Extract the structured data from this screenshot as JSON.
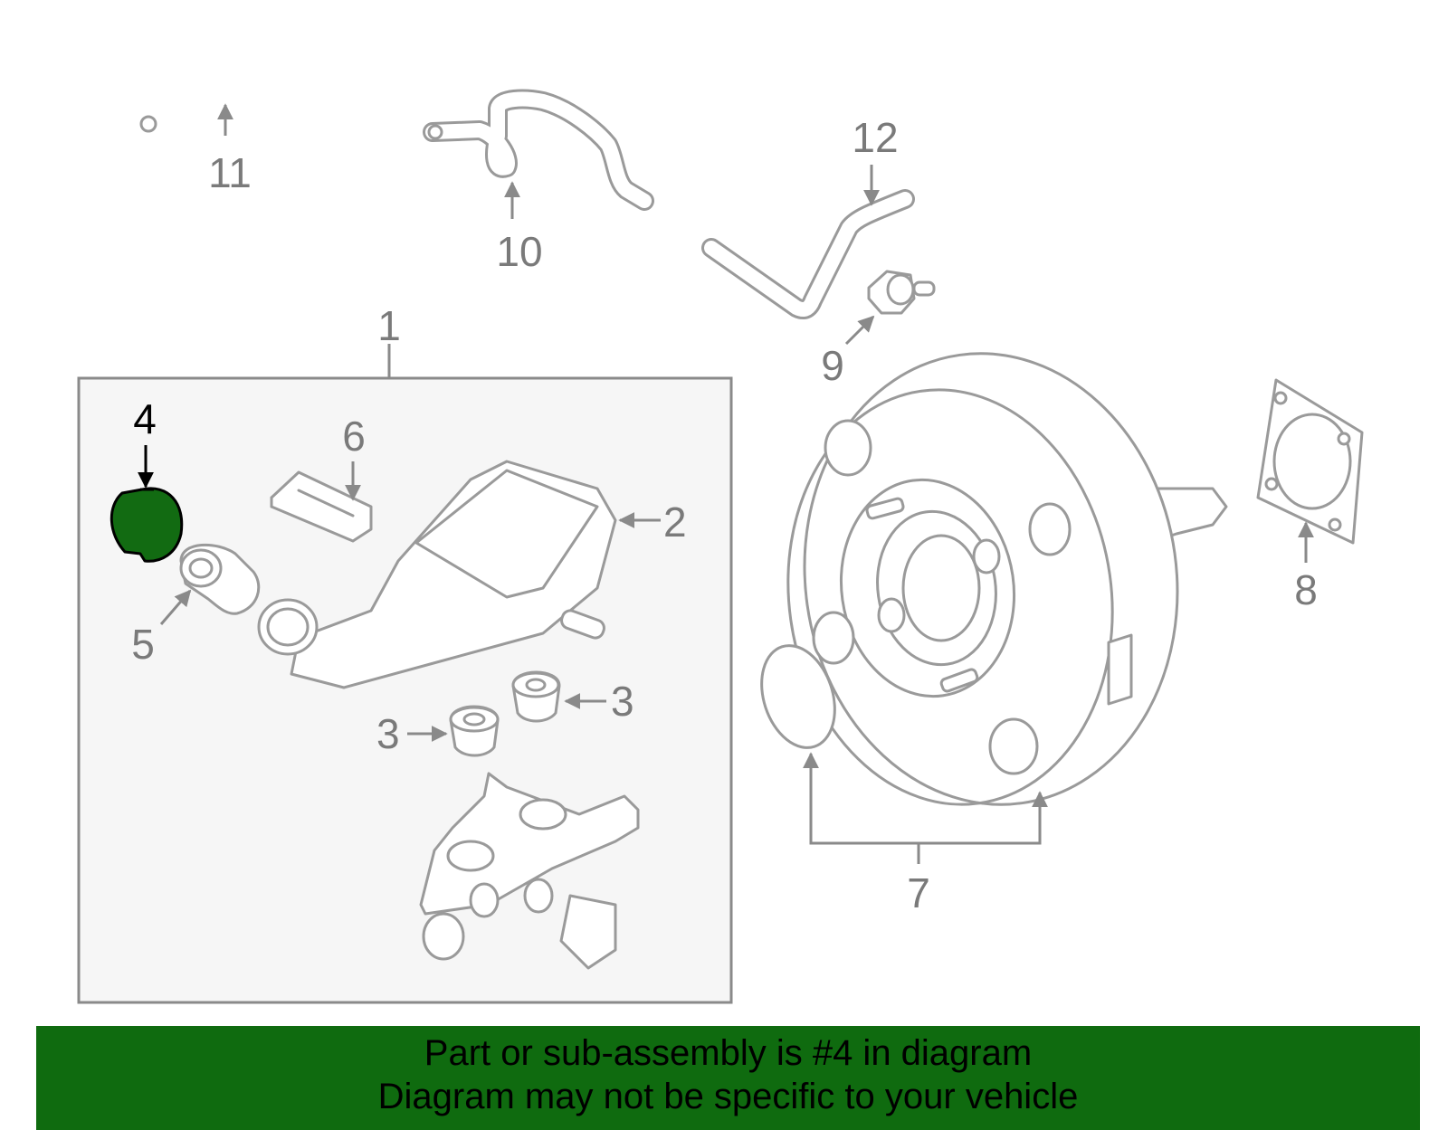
{
  "diagram": {
    "callouts": [
      "1",
      "2",
      "3",
      "3",
      "4",
      "5",
      "6",
      "7",
      "8",
      "9",
      "10",
      "11",
      "12"
    ],
    "highlighted_part": "4",
    "colors": {
      "highlight_fill": "#126b12",
      "banner_bg": "#0f6b0f",
      "panel_bg": "#f6f6f6",
      "line_gray": "#9a9a9a"
    }
  },
  "banner": {
    "line1": "Part or sub-assembly is #4 in diagram",
    "line2": "Diagram may not be specific to your vehicle"
  }
}
